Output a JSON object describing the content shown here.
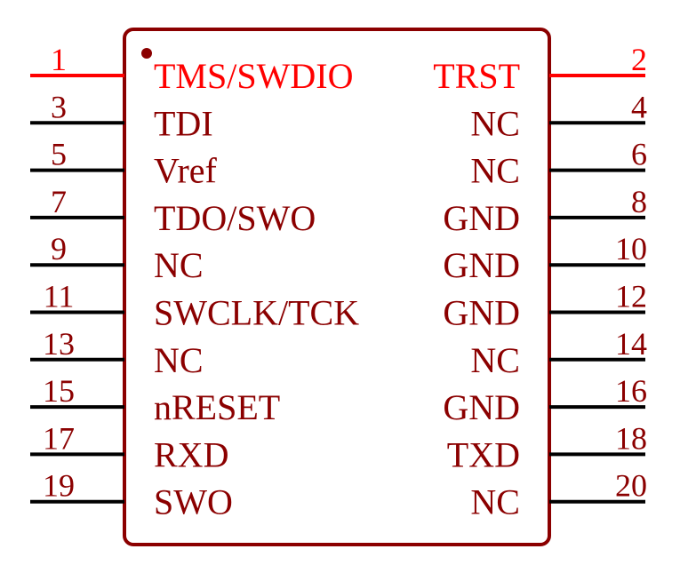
{
  "colors": {
    "body_stroke": "#8B0000",
    "label": "#8B0000",
    "number": "#8B0000",
    "pin_line": "#000000",
    "highlight": "#FF0000",
    "background": "#FFFFFF"
  },
  "component": {
    "left_pins": [
      {
        "number": "1",
        "label": "TMS/SWDIO",
        "highlight": true
      },
      {
        "number": "3",
        "label": "TDI"
      },
      {
        "number": "5",
        "label": "Vref"
      },
      {
        "number": "7",
        "label": "TDO/SWO"
      },
      {
        "number": "9",
        "label": "NC"
      },
      {
        "number": "11",
        "label": "SWCLK/TCK"
      },
      {
        "number": "13",
        "label": "NC"
      },
      {
        "number": "15",
        "label": "nRESET"
      },
      {
        "number": "17",
        "label": "RXD"
      },
      {
        "number": "19",
        "label": "SWO"
      }
    ],
    "right_pins": [
      {
        "number": "2",
        "label": "TRST",
        "highlight": true
      },
      {
        "number": "4",
        "label": "NC"
      },
      {
        "number": "6",
        "label": "NC"
      },
      {
        "number": "8",
        "label": "GND"
      },
      {
        "number": "10",
        "label": "GND"
      },
      {
        "number": "12",
        "label": "GND"
      },
      {
        "number": "14",
        "label": "NC"
      },
      {
        "number": "16",
        "label": "GND"
      },
      {
        "number": "18",
        "label": "TXD"
      },
      {
        "number": "20",
        "label": "NC"
      }
    ]
  }
}
